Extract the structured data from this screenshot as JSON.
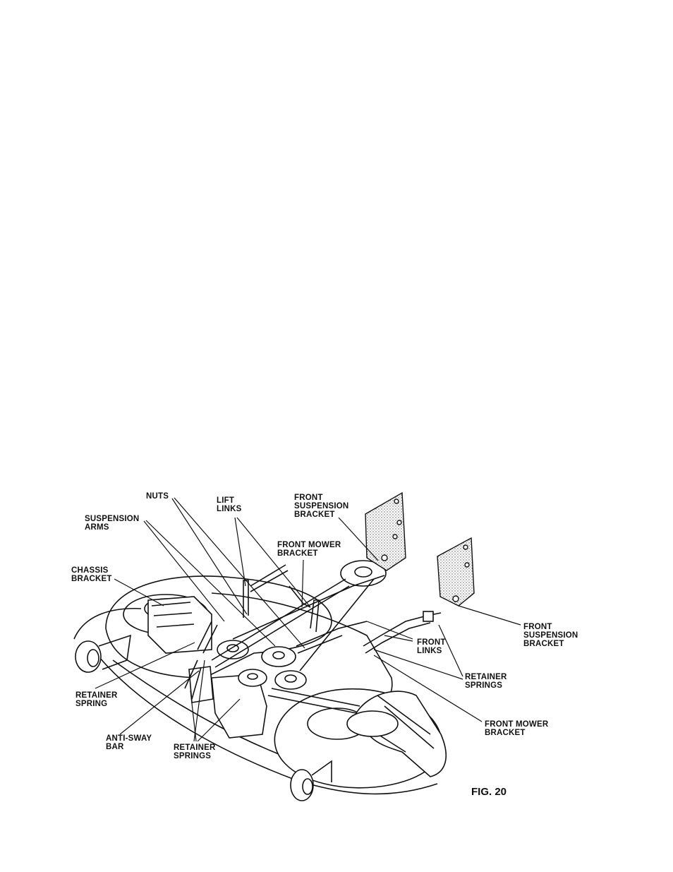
{
  "figure_label": "FIG. 20",
  "labels": {
    "nuts": [
      "NUTS"
    ],
    "lift_links": [
      "LIFT",
      "LINKS"
    ],
    "front_suspension_bracket_top": [
      "FRONT",
      "SUSPENSION",
      "BRACKET"
    ],
    "suspension_arms": [
      "SUSPENSION",
      "ARMS"
    ],
    "front_mower_bracket_top": [
      "FRONT MOWER",
      "BRACKET"
    ],
    "chassis_bracket": [
      "CHASSIS",
      "BRACKET"
    ],
    "front_links": [
      "FRONT",
      "LINKS"
    ],
    "front_suspension_bracket_right": [
      "FRONT",
      "SUSPENSION",
      "BRACKET"
    ],
    "retainer_springs_right": [
      "RETAINER",
      "SPRINGS"
    ],
    "retainer_spring_left": [
      "RETAINER",
      "SPRING"
    ],
    "front_mower_bracket_bottom": [
      "FRONT MOWER",
      "BRACKET"
    ],
    "anti_sway_bar": [
      "ANTI-SWAY",
      "BAR"
    ],
    "retainer_springs_bottom": [
      "RETAINER",
      "SPRINGS"
    ]
  }
}
